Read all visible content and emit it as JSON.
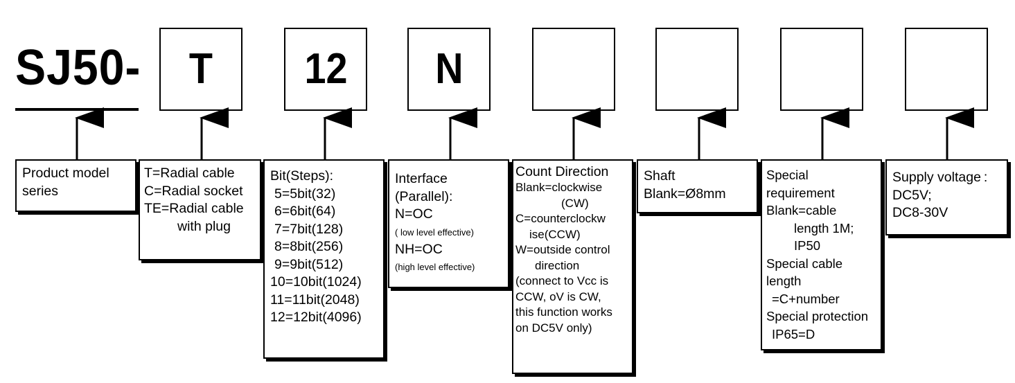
{
  "model_prefix": "SJ50-",
  "slots": [
    "T",
    "12",
    "N",
    "",
    "",
    "",
    ""
  ],
  "descriptions": {
    "series": [
      "Product model",
      "series"
    ],
    "cable": [
      "T=Radial cable",
      "C=Radial socket",
      "TE=Radial cable",
      "with plug"
    ],
    "bits": [
      "Bit(Steps):",
      "5=5bit(32)",
      "6=6bit(64)",
      "7=7bit(128)",
      "8=8bit(256)",
      "9=9bit(512)",
      "10=10bit(1024)",
      "11=11bit(2048)",
      "12=12bit(4096)"
    ],
    "interface": [
      "Interface",
      "(Parallel):",
      "N=OC",
      "( low level  effective)",
      "NH=OC",
      "(high level effective)"
    ],
    "count_direction": [
      "Count Direction",
      "Blank=clockwise",
      "(CW)",
      "C=counterclockw",
      "ise(CCW)",
      "W=outside control",
      "direction",
      "(connect to Vcc is",
      "CCW, oV is CW,",
      "this function works",
      "on DC5V only)"
    ],
    "shaft": [
      "Shaft",
      "Blank=Ø8mm"
    ],
    "special": [
      "Special",
      "requirement",
      "Blank=cable",
      "length 1M;",
      "IP50",
      "Special cable",
      "length",
      "=C+number",
      "Special protection",
      "IP65=D"
    ],
    "supply": [
      "Supply voltage :",
      "DC5V;",
      "DC8-30V"
    ]
  }
}
